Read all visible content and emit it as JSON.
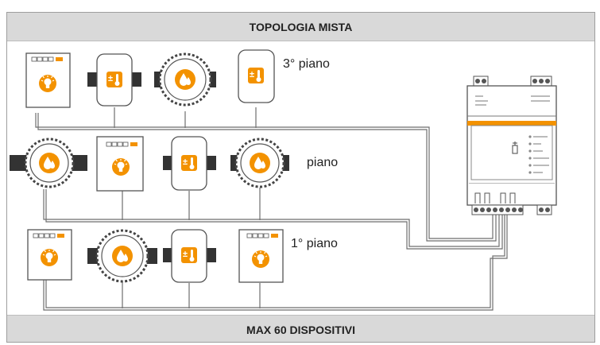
{
  "title": "TOPOLOGIA MISTA",
  "footer": "MAX 60 DISPOSITIVI",
  "floors": [
    {
      "label": "3° piano",
      "devices": [
        "keypad-light",
        "thermostat",
        "valve-actuator",
        "thermostat"
      ]
    },
    {
      "label": "piano",
      "devices": [
        "valve-actuator",
        "keypad-light",
        "thermostat",
        "valve-actuator"
      ]
    },
    {
      "label": "1° piano",
      "devices": [
        "keypad-light",
        "valve-actuator",
        "thermostat",
        "keypad-light"
      ]
    }
  ],
  "colors": {
    "accent": "#f39200",
    "banner": "#d9d9d9",
    "wire": "#6e6e6e",
    "device_stroke": "#555555"
  },
  "icons": [
    "bulb-icon",
    "thermometer-icon",
    "water-drop-icon",
    "usb-icon"
  ]
}
